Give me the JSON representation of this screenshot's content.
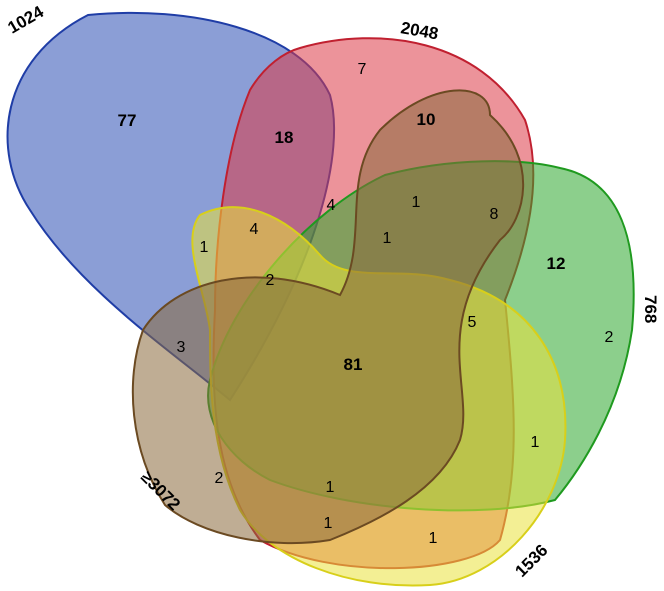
{
  "sets": [
    {
      "id": "s1024",
      "label": "1024",
      "fill": "#2b4eb5",
      "stroke": "#1f3da6"
    },
    {
      "id": "s2048",
      "label": "2048",
      "fill": "#dd3b47",
      "stroke": "#c02030"
    },
    {
      "id": "s768",
      "label": "768",
      "fill": "#2ea82e",
      "stroke": "#1f9a1f"
    },
    {
      "id": "s1536",
      "label": "1536",
      "fill": "#e9e23c",
      "stroke": "#d8cf1a"
    },
    {
      "id": "s3072",
      "label": "≥3072",
      "fill": "#8b6a3c",
      "stroke": "#6b4a22"
    }
  ],
  "regions": {
    "r1024_only": "77",
    "r2048_only": "7",
    "r1024_2048": "18",
    "r2048_3072": "10",
    "r768_only": "2",
    "r768_3072": "12",
    "r2048_768": "8",
    "r2048_768_3072": "1",
    "r1024_2048_3072": "4",
    "r1024_2048_1536_3072": "1",
    "r1024_1536": "1",
    "r1024_2048_1536": "4",
    "r1024_1536_3072": "2",
    "r1024_3072": "3",
    "r3072_only": "2",
    "r_all": "81",
    "r2048_768_1536_3072": "5",
    "r768_1536": "1",
    "r2048_768_1536": "1",
    "r2048_1536_3072": "1",
    "r2048_1536": "1"
  }
}
